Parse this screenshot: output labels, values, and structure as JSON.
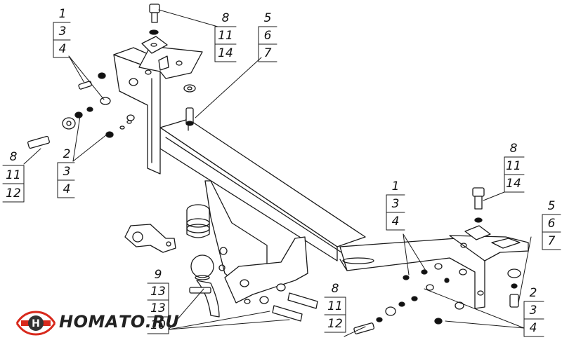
{
  "brand": {
    "name": "НОМАТО.RU",
    "colors": {
      "red": "#d8291c",
      "dark": "#333333"
    }
  },
  "diagram": {
    "groups": [
      {
        "id": "g-top-left",
        "labels": [
          "1",
          "3",
          "4"
        ]
      },
      {
        "id": "g-top-bolt",
        "labels": [
          "8",
          "11",
          "14"
        ]
      },
      {
        "id": "g-top-center",
        "labels": [
          "5",
          "6",
          "7"
        ]
      },
      {
        "id": "g-left-bolt",
        "labels": [
          "8",
          "11",
          "12"
        ]
      },
      {
        "id": "g-left-mid",
        "labels": [
          "2",
          "3",
          "4"
        ]
      },
      {
        "id": "g-right-bolt",
        "labels": [
          "8",
          "11",
          "14"
        ]
      },
      {
        "id": "g-right-mid",
        "labels": [
          "1",
          "3",
          "4"
        ]
      },
      {
        "id": "g-right-far",
        "labels": [
          "5",
          "6",
          "7"
        ]
      },
      {
        "id": "g-ball",
        "labels": [
          "9",
          "13",
          "13",
          "10"
        ]
      },
      {
        "id": "g-bottom-bolt",
        "labels": [
          "8",
          "11",
          "12"
        ]
      },
      {
        "id": "g-bottom-right",
        "labels": [
          "2",
          "3",
          "4"
        ]
      }
    ]
  }
}
